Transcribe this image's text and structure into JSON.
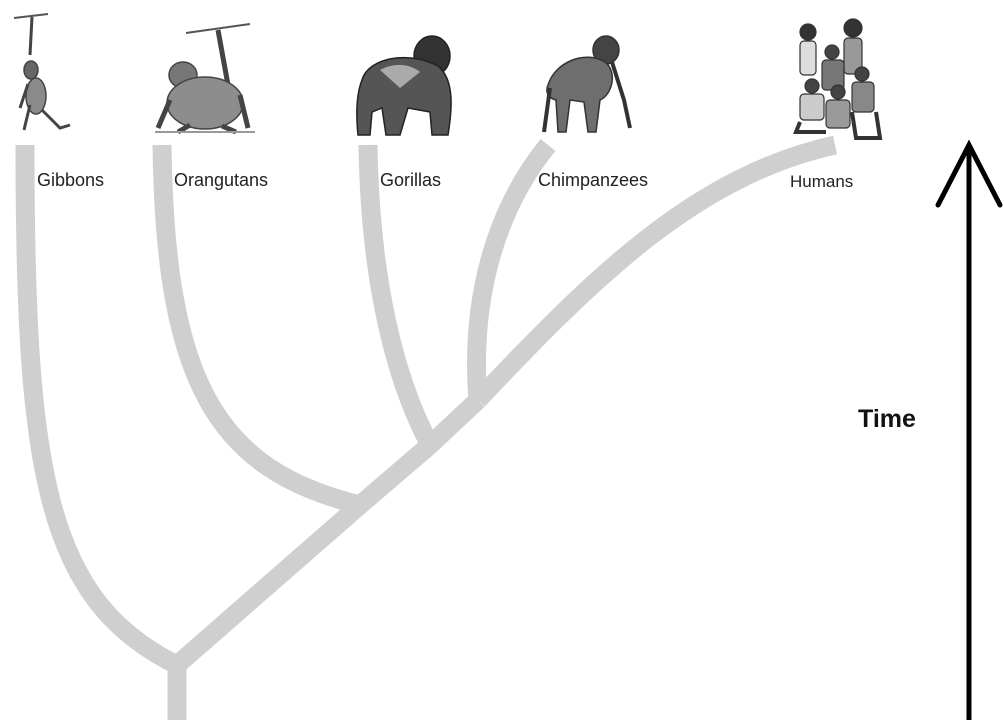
{
  "taxa": [
    {
      "label": "Gibbons"
    },
    {
      "label": "Orangutans"
    },
    {
      "label": "Gorillas"
    },
    {
      "label": "Chimpanzees"
    },
    {
      "label": "Humans"
    }
  ],
  "axis": {
    "label": "Time",
    "direction": "up"
  },
  "colors": {
    "branch": "#cfcfcf",
    "arrow": "#000000",
    "text": "#222222",
    "figure": "#555555"
  },
  "icons": [
    "gibbon-icon",
    "orangutan-icon",
    "gorilla-icon",
    "chimpanzee-icon",
    "humans-group-icon"
  ]
}
